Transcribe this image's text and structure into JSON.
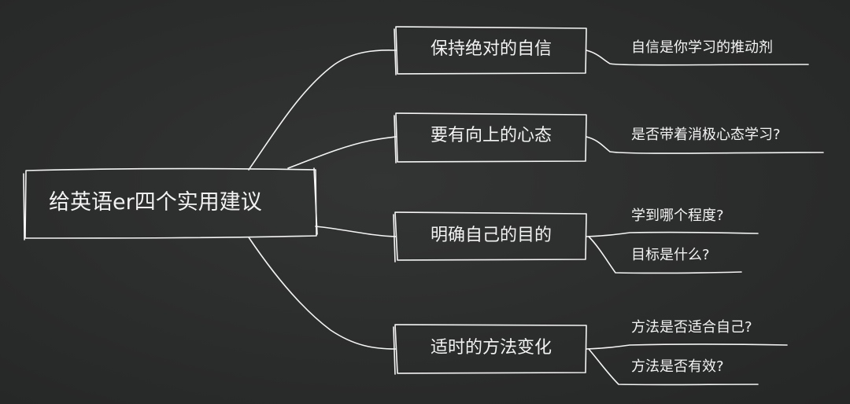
{
  "root": {
    "label": "给英语er四个实用建议"
  },
  "branches": [
    {
      "label": "保持绝对的自信",
      "leaves": [
        {
          "label": "自信是你学习的推动剂"
        }
      ]
    },
    {
      "label": "要有向上的心态",
      "leaves": [
        {
          "label": "是否带着消极心态学习?"
        }
      ]
    },
    {
      "label": "明确自己的目的",
      "leaves": [
        {
          "label": "学到哪个程度?"
        },
        {
          "label": "目标是什么?"
        }
      ]
    },
    {
      "label": "适时的方法变化",
      "leaves": [
        {
          "label": "方法是否适合自己?"
        },
        {
          "label": "方法是否有效?"
        }
      ]
    }
  ],
  "colors": {
    "background": "#2a2b2b",
    "chalk": "#f4f4f4"
  }
}
